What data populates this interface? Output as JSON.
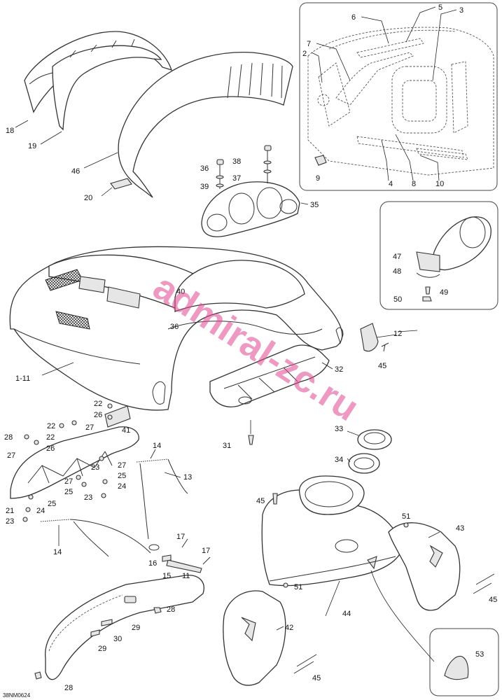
{
  "diagram": {
    "drawing_code": "38NM0624",
    "watermark": "admiral-zc.ru",
    "callouts": [
      "18",
      "19",
      "46",
      "20",
      "38",
      "36",
      "37",
      "39",
      "35",
      "6",
      "5",
      "3",
      "7",
      "2",
      "9",
      "4",
      "8",
      "10",
      "47",
      "48",
      "49",
      "50",
      "40",
      "36",
      "12",
      "45",
      "1-11",
      "32",
      "22",
      "26",
      "41",
      "22",
      "27",
      "28",
      "22",
      "26",
      "27",
      "31",
      "33",
      "14",
      "27",
      "23",
      "25",
      "27",
      "24",
      "13",
      "23",
      "25",
      "24",
      "21",
      "25",
      "23",
      "24",
      "34",
      "14",
      "45",
      "51",
      "43",
      "17",
      "17",
      "16",
      "11",
      "15",
      "51",
      "45",
      "44",
      "42",
      "28",
      "29",
      "30",
      "29",
      "28",
      "45",
      "53"
    ]
  }
}
